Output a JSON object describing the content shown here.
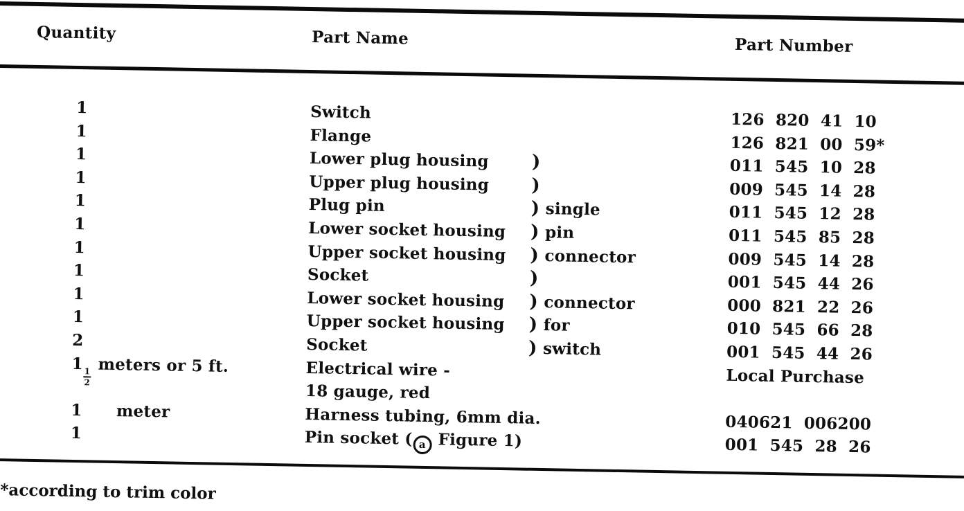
{
  "colors": {
    "ink": "#101010",
    "paper": "#ffffff"
  },
  "table": {
    "headers": {
      "quantity": "Quantity",
      "part_name": "Part Name",
      "part_number": "Part Number"
    },
    "rows": [
      {
        "qty": "1",
        "name": "Switch",
        "bracket": "",
        "note": "",
        "num": "126 820 41 10"
      },
      {
        "qty": "1",
        "name": "Flange",
        "bracket": "",
        "note": "",
        "num": "126 821 00 59*"
      },
      {
        "qty": "1",
        "name": "Lower plug housing",
        "bracket": ")",
        "note": "",
        "num": "011 545 10 28"
      },
      {
        "qty": "1",
        "name": "Upper plug housing",
        "bracket": ")",
        "note": "",
        "num": "009 545 14 28"
      },
      {
        "qty": "1",
        "name": "Plug pin",
        "bracket": ")",
        "note": "single",
        "num": "011 545 12 28"
      },
      {
        "qty": "1",
        "name": "Lower socket housing",
        "bracket": ")",
        "note": "pin",
        "num": "011 545 85 28"
      },
      {
        "qty": "1",
        "name": "Upper socket housing",
        "bracket": ")",
        "note": "connector",
        "num": "009 545 14 28"
      },
      {
        "qty": "1",
        "name": "Socket",
        "bracket": ")",
        "note": "",
        "num": "001 545 44 26"
      },
      {
        "qty": "1",
        "name": "Lower socket housing",
        "bracket": ")",
        "note": "connector",
        "num": "000 821 22 26"
      },
      {
        "qty": "1",
        "name": "Upper socket housing",
        "bracket": ")",
        "note": "for",
        "num": "010 545 66 28"
      },
      {
        "qty": "2",
        "name": "Socket",
        "bracket": ")",
        "note": "switch",
        "num": "001 545 44 26"
      },
      {
        "qty": "1½ meters or 5 ft.",
        "name": "Electrical wire -",
        "bracket": "",
        "note": "",
        "num": "Local Purchase"
      },
      {
        "qty": "",
        "name": "18 gauge, red",
        "bracket": "",
        "note": "",
        "num": ""
      },
      {
        "qty": "1      meter",
        "name": "Harness tubing, 6mm dia.",
        "bracket": "",
        "note": "",
        "num": "040621 006200"
      },
      {
        "qty": "1",
        "name": "Pin socket (ⓐ Figure 1)",
        "bracket": "",
        "note": "",
        "num": "001 545 28 26"
      }
    ]
  },
  "footnote": "*according to trim color"
}
